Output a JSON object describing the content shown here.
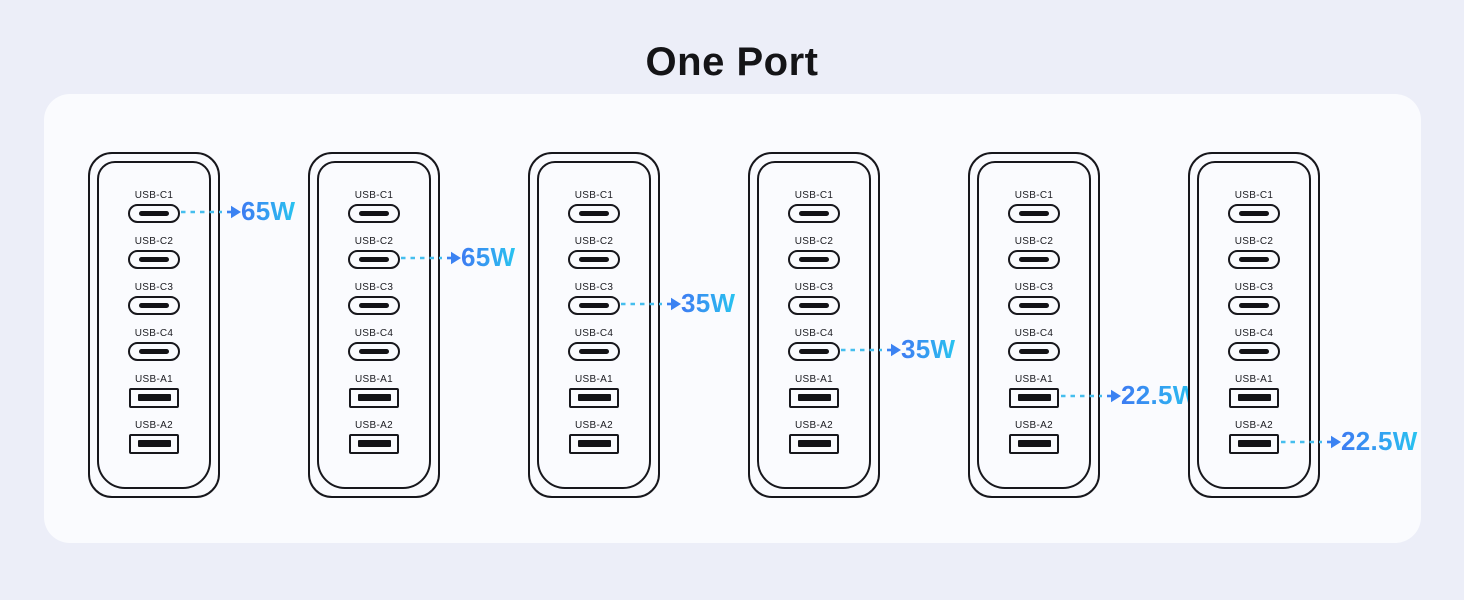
{
  "title": "One Port",
  "ports": [
    {
      "label": "USB-C1",
      "type": "usb-c"
    },
    {
      "label": "USB-C2",
      "type": "usb-c"
    },
    {
      "label": "USB-C3",
      "type": "usb-c"
    },
    {
      "label": "USB-C4",
      "type": "usb-c"
    },
    {
      "label": "USB-A1",
      "type": "usb-a"
    },
    {
      "label": "USB-A2",
      "type": "usb-a"
    }
  ],
  "devices": [
    {
      "highlight_port": "USB-C1",
      "watt": "65W"
    },
    {
      "highlight_port": "USB-C2",
      "watt": "65W"
    },
    {
      "highlight_port": "USB-C3",
      "watt": "35W"
    },
    {
      "highlight_port": "USB-C4",
      "watt": "35W"
    },
    {
      "highlight_port": "USB-A1",
      "watt": "22.5W"
    },
    {
      "highlight_port": "USB-A2",
      "watt": "22.5W"
    }
  ],
  "colors": {
    "background": "#ECEEF8",
    "card": "#FAFBFE",
    "ink": "#17171C",
    "dash_line": "#45BEEE",
    "arrow_head": "#3B82F2",
    "watt_gradient_start": "#3D7BF2",
    "watt_gradient_end": "#29C3F0"
  }
}
